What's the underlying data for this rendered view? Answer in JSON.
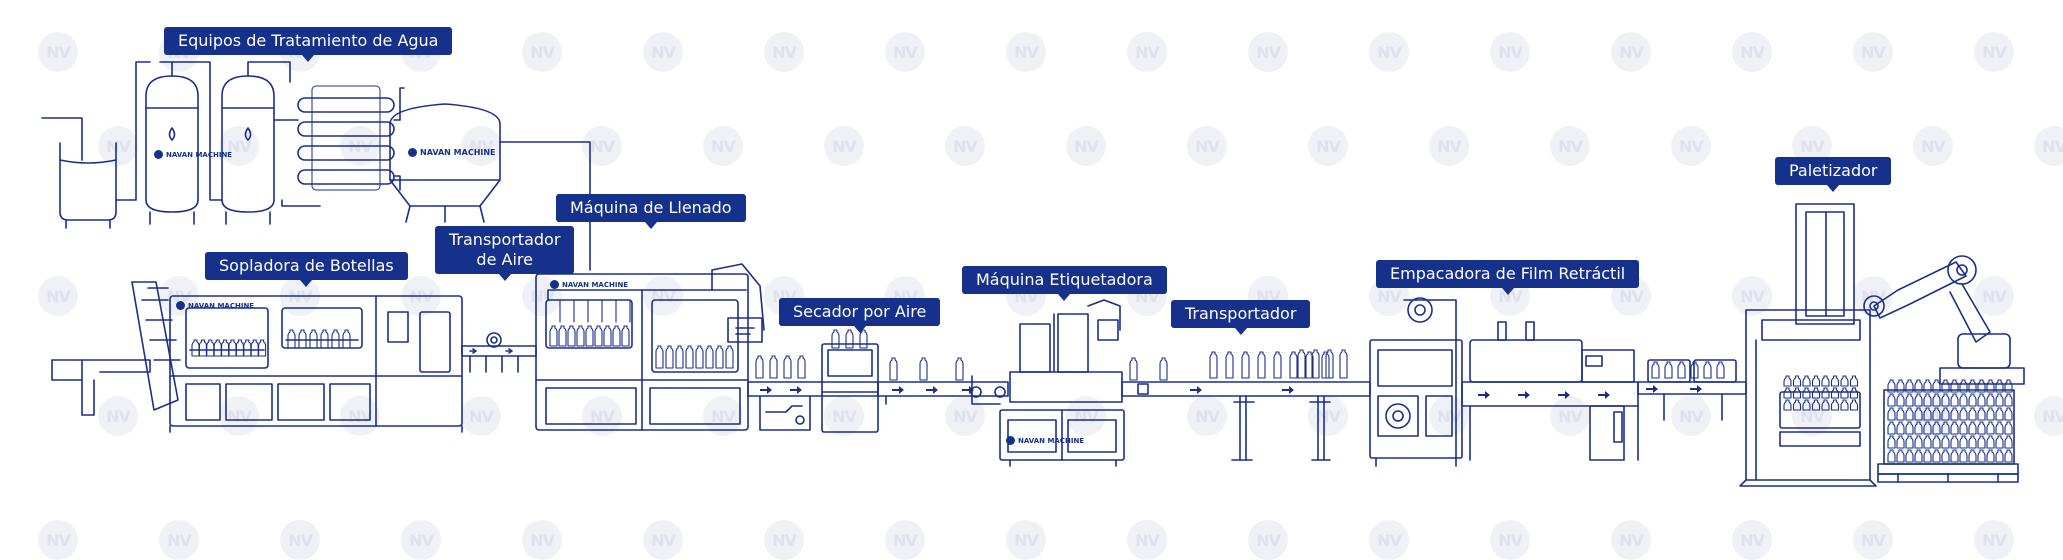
{
  "labels": {
    "water_treatment": "Equipos de Tratamiento de Agua",
    "blow_molder": "Sopladora de Botellas",
    "air_conveyor_line1": "Transportador",
    "air_conveyor_line2": "de Aire",
    "filling_machine": "Máquina de Llenado",
    "air_dryer": "Secador por Aire",
    "labeling_machine": "Máquina Etiquetadora",
    "conveyor": "Transportador",
    "shrink_wrapper": "Empacadora de Film Retráctil",
    "palletizer": "Paletizador"
  },
  "brand": {
    "name": "NAVAN MACHINE",
    "watermark": "NV"
  },
  "colors": {
    "line": "#1b2f8a",
    "label_bg": "#15318c",
    "label_text": "#ffffff",
    "watermark": "#f0f1f6"
  }
}
